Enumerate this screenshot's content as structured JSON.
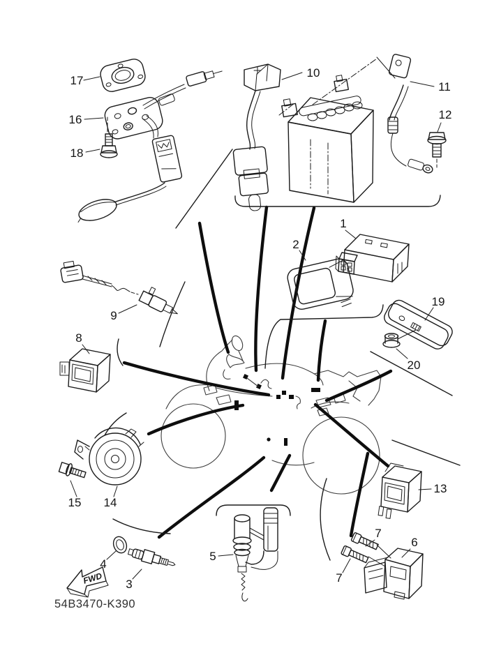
{
  "diagram": {
    "part_code": "54B3470-K390",
    "fwd_label": "FWD",
    "colors": {
      "ink": "#1b1b1b",
      "background": "#ffffff"
    },
    "callouts": {
      "c1": "1",
      "c2": "2",
      "c3": "3",
      "c4": "4",
      "c5": "5",
      "c6": "6",
      "c7a": "7",
      "c7b": "7",
      "c8": "8",
      "c9": "9",
      "c10": "10",
      "c11": "11",
      "c12": "12",
      "c13": "13",
      "c14": "14",
      "c15": "15",
      "c16": "16",
      "c17": "17",
      "c18": "18",
      "c19": "19",
      "c20": "20"
    }
  }
}
